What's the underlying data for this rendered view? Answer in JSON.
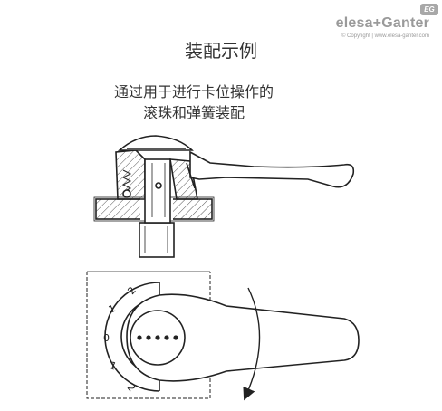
{
  "brand": {
    "name": "elesa+Ganter",
    "badge": "EG",
    "copyright": "© Copyright | www.elesa-ganter.com"
  },
  "title": "装配示例",
  "subtitle": {
    "line1": "通过用于进行卡位操作的",
    "line2": "滚珠和弹簧装配"
  },
  "dial": {
    "labels": [
      "2",
      "1",
      "0",
      "1",
      "2"
    ]
  },
  "icons": {
    "rotation": "rotation-arrow-icon"
  }
}
